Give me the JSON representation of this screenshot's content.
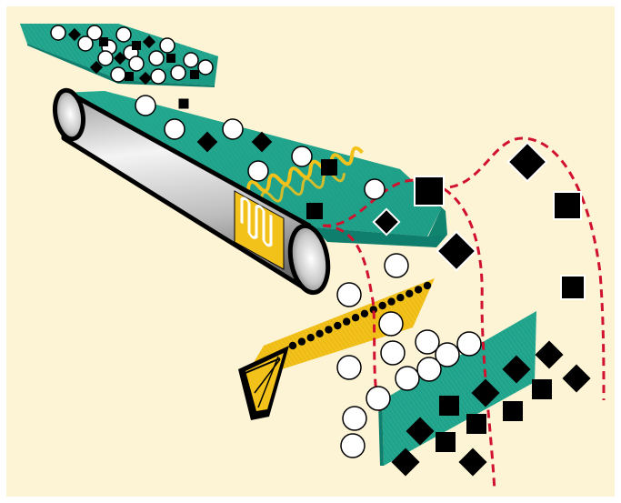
{
  "diagram": {
    "kind": "separation-process-illustration",
    "printed_text": [],
    "colors": {
      "background": "#fdf3d5",
      "border": "#ffffff",
      "belt_green": "#23a78f",
      "belt_green_dark": "#0f7e6c",
      "roller_silver": "#d0d0d0",
      "heater_yellow": "#f2c21b",
      "electrode_yellow": "#f2c21b",
      "particle_black": "#000000",
      "particle_white": "#ffffff",
      "trajectory_red": "#d1122f"
    },
    "particle_types": [
      "white-circle",
      "black-square",
      "black-diamond"
    ],
    "stages": [
      "feed-hopper-mixed-particles",
      "heated-conveyor-belt-roller",
      "heater-coil",
      "charging-electrode",
      "deflected-trajectories",
      "collection-plate"
    ]
  }
}
